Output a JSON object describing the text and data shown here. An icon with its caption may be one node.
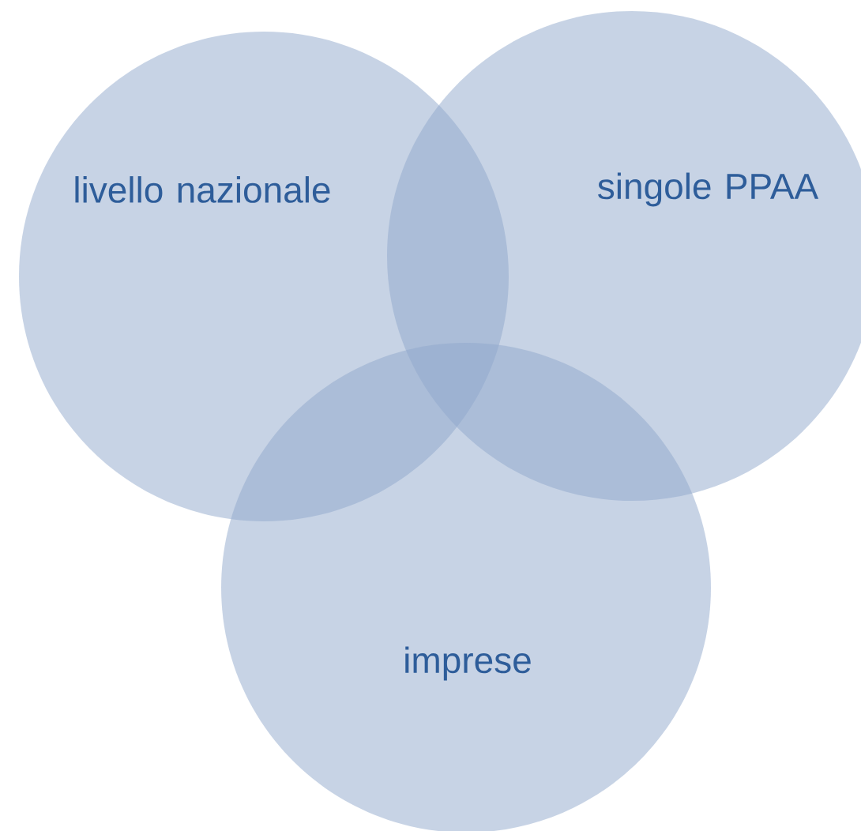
{
  "diagram": {
    "nodes": [
      {
        "text": [
          "livello nazionale"
        ]
      },
      {
        "text": [
          "singole PPAA"
        ]
      },
      {
        "text": [
          "imprese"
        ]
      }
    ]
  }
}
